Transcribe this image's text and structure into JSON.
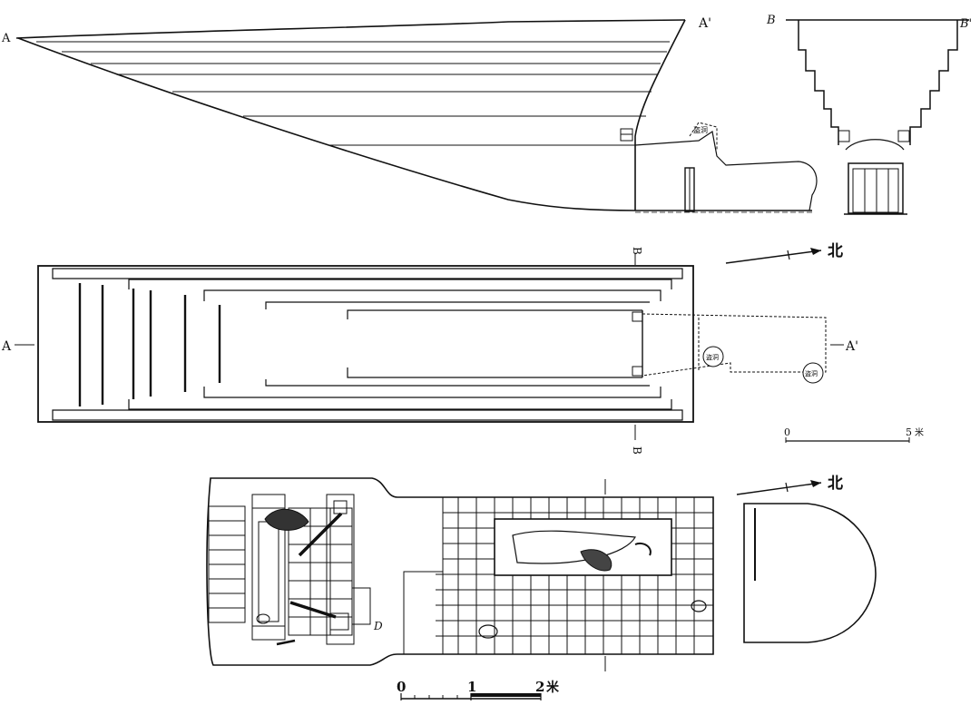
{
  "section_labels": {
    "a_left": "A",
    "a_right": "A'",
    "b_left": "B",
    "b_right": "B'",
    "plan_a_left": "A",
    "plan_a_right": "A'",
    "plan_b_top": "B",
    "plan_b_bottom": "B"
  },
  "annotations": {
    "passage_label": "盗洞",
    "plan_circle_1": "盗洞",
    "plan_circle_2": "盗洞"
  },
  "north": {
    "upper": "北",
    "lower": "北"
  },
  "scale_upper": {
    "start": "0",
    "end": "5",
    "unit": "米"
  },
  "scale_lower": {
    "start": "0",
    "mid": "1",
    "end": "2",
    "unit": "米"
  },
  "colors": {
    "ink": "#111111",
    "paper": "#ffffff"
  }
}
